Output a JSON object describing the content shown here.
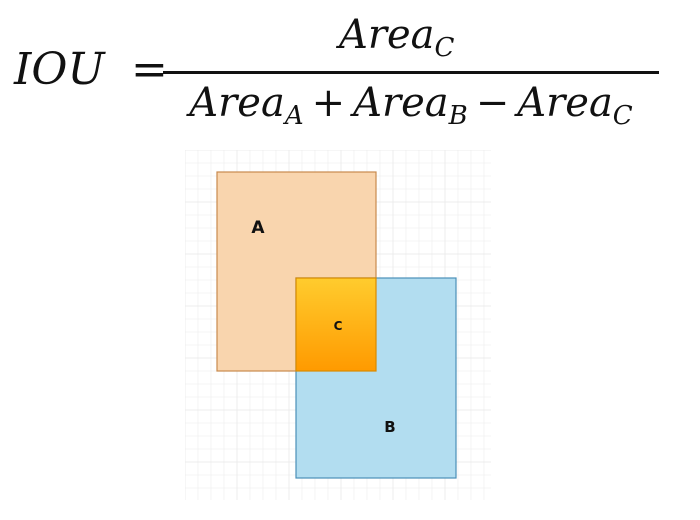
{
  "formula": {
    "lhs": "IOU",
    "equals": "=",
    "term_base": "Area",
    "numerator_sub": "C",
    "denominator": [
      {
        "sub": "A",
        "op": ""
      },
      {
        "sub": "B",
        "op": "+"
      },
      {
        "sub": "C",
        "op": "−"
      }
    ]
  },
  "diagram": {
    "box_a": {
      "label": "A",
      "fill": "#f9d5ae",
      "stroke": "#c88a4d"
    },
    "box_b": {
      "label": "B",
      "fill": "#b2ddf0",
      "stroke": "#4a90b8"
    },
    "box_c": {
      "label": "C",
      "fill_top": "#ffcc2e",
      "fill_bottom": "#ff9a00",
      "stroke": "#d98a00"
    },
    "grid_color": "#ececec"
  }
}
